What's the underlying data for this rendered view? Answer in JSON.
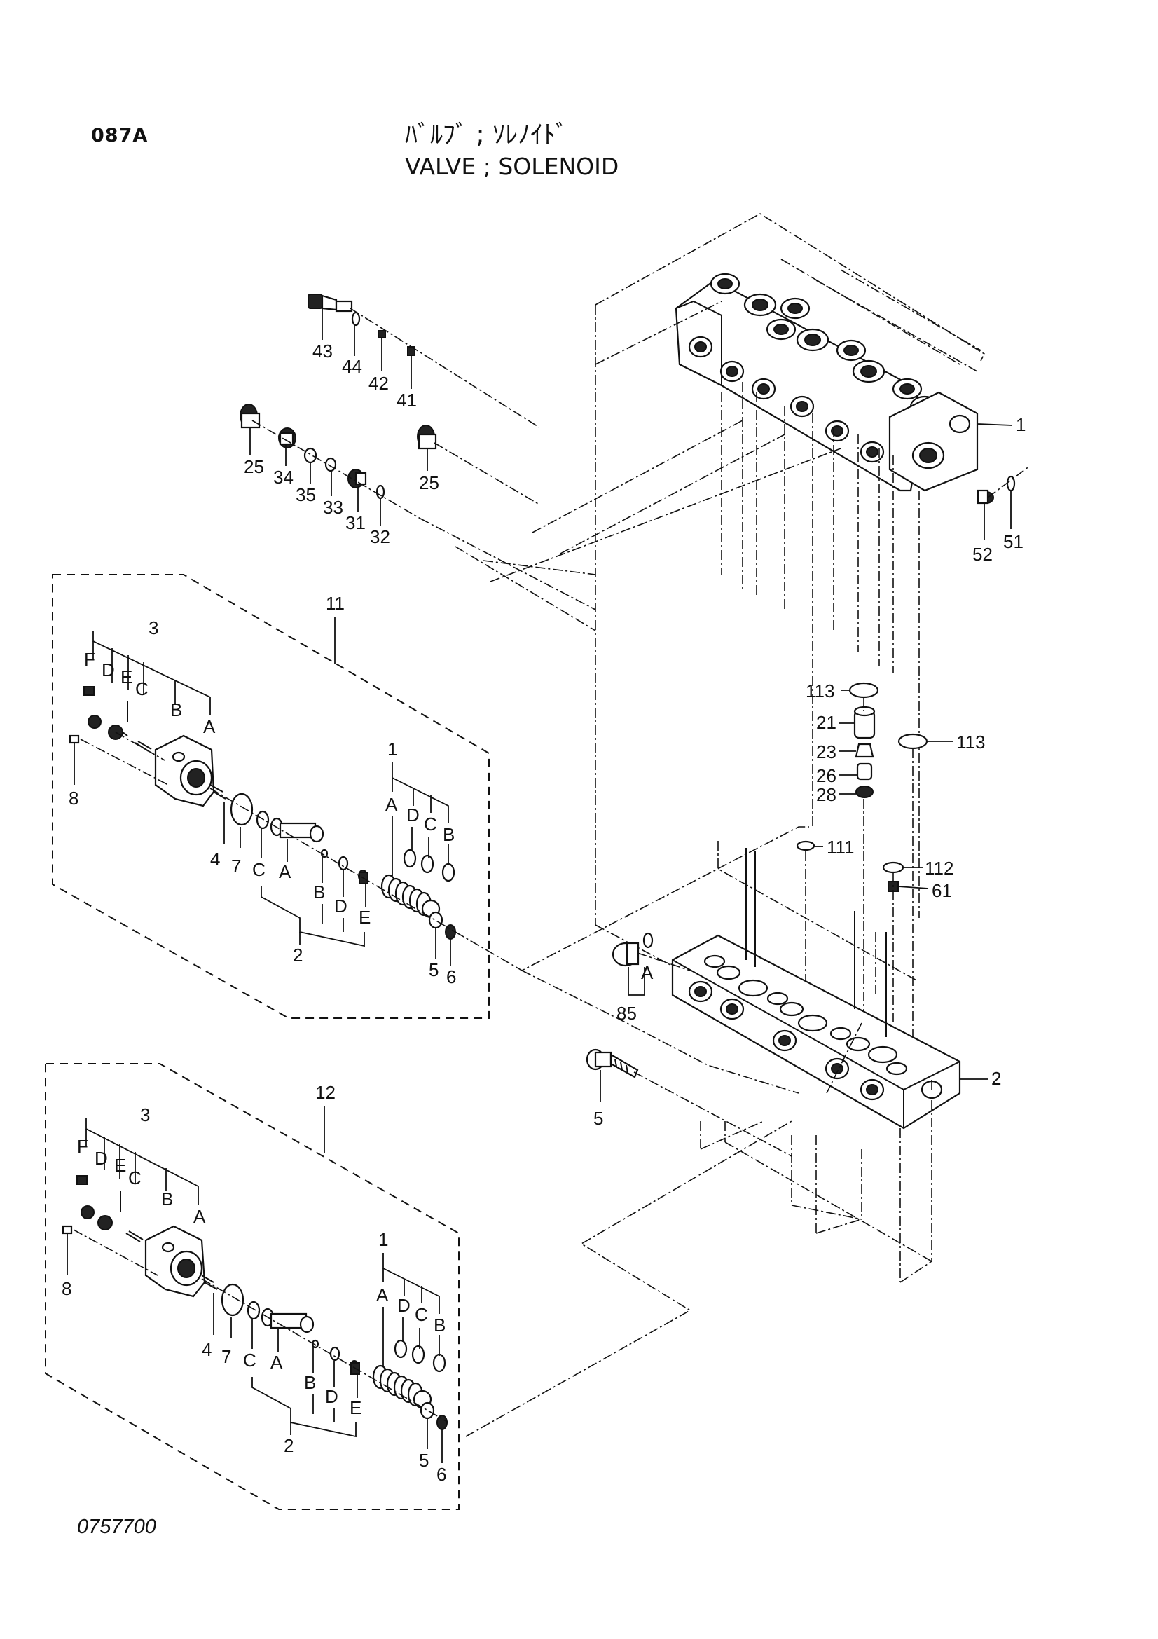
{
  "header": {
    "page_code": "087A",
    "title_jp": "ﾊﾞﾙﾌﾞ ; ｿﾚﾉｲﾄﾞ",
    "title_en": "VALVE ; SOLENOID"
  },
  "footer": {
    "reference_number": "0757700"
  },
  "callouts": {
    "c43": "43",
    "c44": "44",
    "c42": "42",
    "c41": "41",
    "c25a": "25",
    "c34": "34",
    "c35": "35",
    "c33": "33",
    "c31": "31",
    "c32": "32",
    "c25b": "25",
    "c1_body": "1",
    "c52": "52",
    "c51": "51",
    "c113a": "113",
    "c21": "21",
    "c23": "23",
    "c26": "26",
    "c28": "28",
    "c113b": "113",
    "c111": "111",
    "c112": "112",
    "c61": "61",
    "c85": "85",
    "c85A": "A",
    "c5_bolt": "5",
    "c2_body": "2"
  },
  "assy11": {
    "id": "11",
    "c3": "3",
    "F": "F",
    "D": "D",
    "E": "E",
    "C": "C",
    "B": "B",
    "A": "A",
    "c8": "8",
    "c4": "4",
    "c7": "7",
    "c1": "1",
    "sA": "A",
    "sD": "D",
    "sC": "C",
    "sB": "B",
    "lC": "C",
    "lA": "A",
    "lB": "B",
    "lD": "D",
    "lE": "E",
    "c2": "2",
    "c5": "5",
    "c6": "6"
  },
  "assy12": {
    "id": "12",
    "c3": "3",
    "F": "F",
    "D": "D",
    "E": "E",
    "C": "C",
    "B": "B",
    "A": "A",
    "c8": "8",
    "c4": "4",
    "c7": "7",
    "c1": "1",
    "sA": "A",
    "sD": "D",
    "sC": "C",
    "sB": "B",
    "lC": "C",
    "lA": "A",
    "lB": "B",
    "lD": "D",
    "lE": "E",
    "c2": "2",
    "c5": "5",
    "c6": "6"
  }
}
